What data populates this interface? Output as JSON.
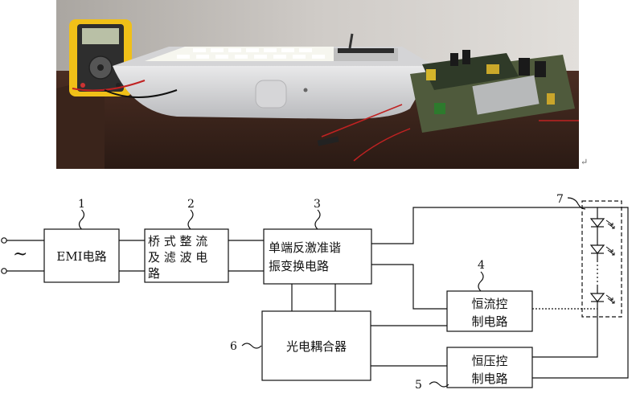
{
  "blocks": {
    "emi": "EMI电路",
    "rectifier": [
      "桥 式 整 流",
      "及 滤 波 电",
      "路"
    ],
    "flyback": [
      "单端反激准谐",
      "振变换电路"
    ],
    "optocoupler": "光电耦合器",
    "constant_current": [
      "恒流控",
      "制电路"
    ],
    "constant_voltage": [
      "恒压控",
      "制电路"
    ]
  },
  "ac_input_symbol": "~",
  "callouts": [
    "1",
    "2",
    "3",
    "4",
    "5",
    "6",
    "7"
  ],
  "return_mark": "↵"
}
